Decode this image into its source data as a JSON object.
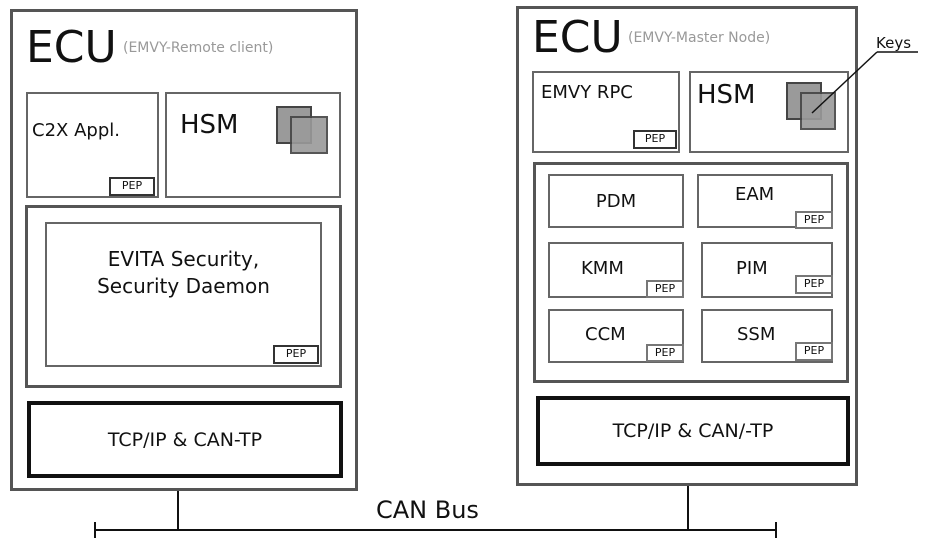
{
  "left_ecu": {
    "title": "ECU",
    "subtitle": "(EMVY-Remote client)",
    "app_label": "C2X Appl.",
    "hsm_label": "HSM",
    "security_label_line1": "EVITA Security,",
    "security_label_line2": "Security Daemon",
    "transport_label": "TCP/IP & CAN-TP",
    "pep_label": "PEP"
  },
  "right_ecu": {
    "title": "ECU",
    "subtitle": "(EMVY-Master Node)",
    "rpc_label": "EMVY RPC",
    "hsm_label": "HSM",
    "modules": [
      "PDM",
      "EAM",
      "KMM",
      "PIM",
      "CCM",
      "SSM"
    ],
    "transport_label": "TCP/IP & CAN/-TP",
    "pep_label": "PEP"
  },
  "keys_label": "Keys",
  "bus_label": "CAN Bus",
  "colors": {
    "border": "#555555",
    "key_fill": "#9a9a9a",
    "key_border": "#444444"
  }
}
